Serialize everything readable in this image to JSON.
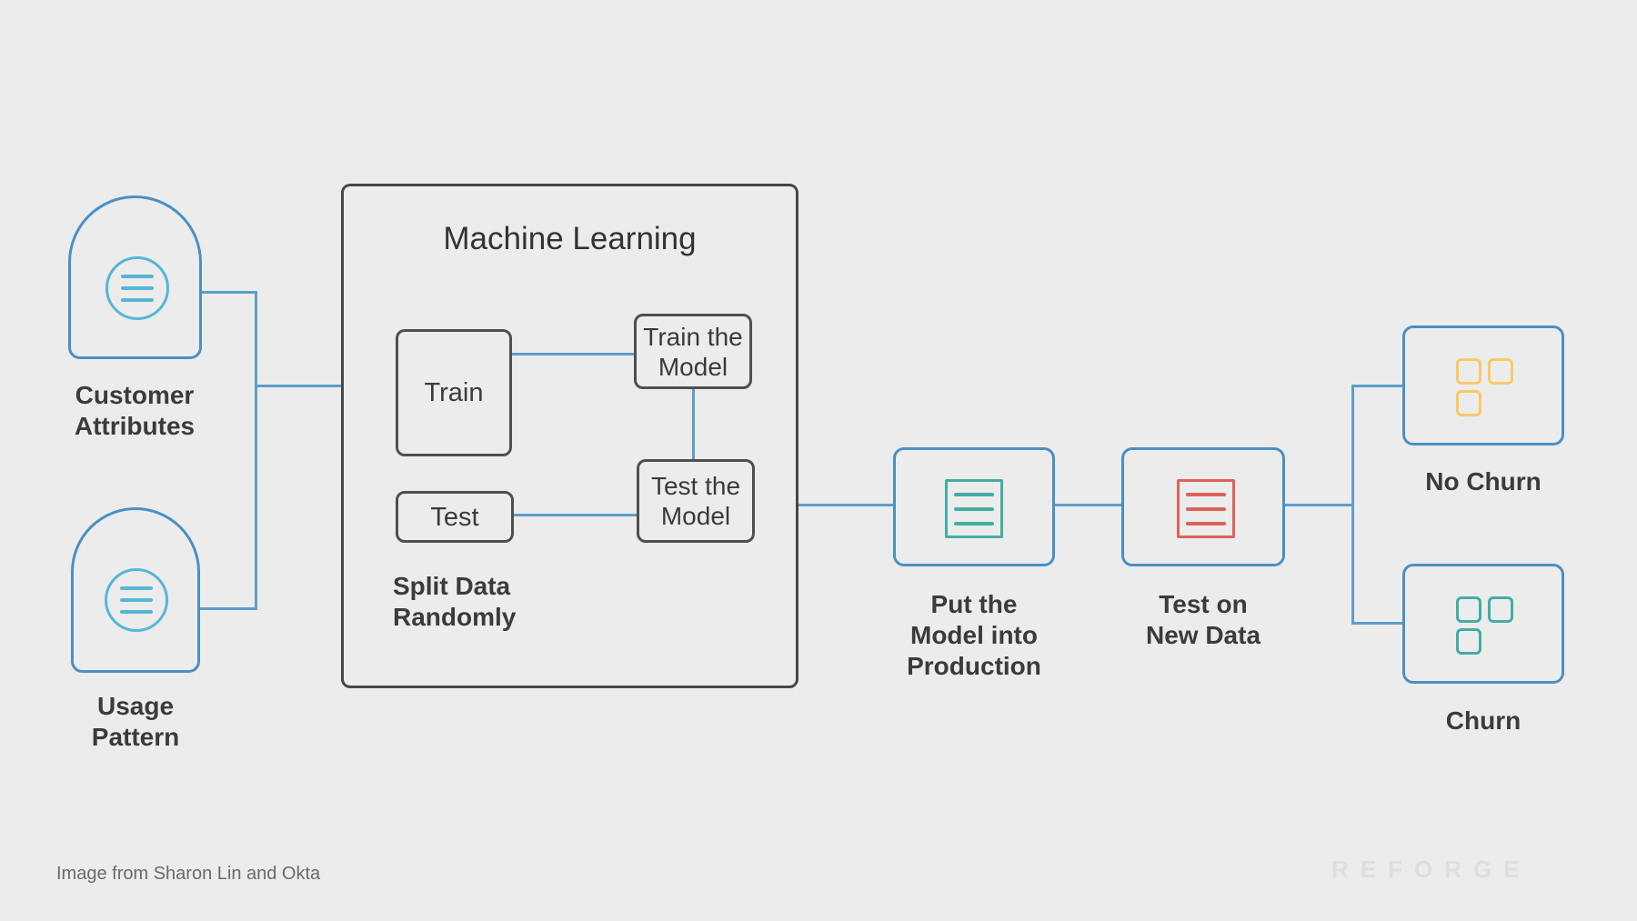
{
  "slide": {
    "background": "#ECECEC"
  },
  "colors": {
    "blue": "#4A90C4",
    "light_blue": "#57B6D8",
    "teal": "#43ADA4",
    "red": "#DF615B",
    "yellow": "#F7CB64",
    "box_border_dark": "#4F4F4F",
    "connector": "#5C9FCB",
    "text": "#3B3B3B",
    "caption_text": "#6A6A6A",
    "brand_text": "#DEDEDE"
  },
  "sources": {
    "customer_attributes": {
      "label": "Customer Attributes",
      "icon": "list-circle-icon"
    },
    "usage_pattern": {
      "label": "Usage Pattern",
      "icon": "list-circle-icon"
    }
  },
  "ml": {
    "title": "Machine Learning",
    "train": "Train",
    "test": "Test",
    "train_model": "Train the Model",
    "test_model": "Test the Model",
    "split_note": "Split Data Randomly"
  },
  "pipeline": {
    "production": {
      "label": "Put the Model into Production",
      "icon": "document-icon",
      "icon_color": "#43ADA4"
    },
    "test_new_data": {
      "label": "Test on New Data",
      "icon": "document-icon",
      "icon_color": "#DF615B"
    }
  },
  "outcomes": {
    "no_churn": {
      "label": "No Churn",
      "icon": "grid-squares-icon",
      "icon_color": "#F7CB64"
    },
    "churn": {
      "label": "Churn",
      "icon": "grid-squares-icon",
      "icon_color": "#43ADA4"
    }
  },
  "footer": {
    "caption": "Image from Sharon Lin and Okta",
    "brand": "REFORGE"
  }
}
